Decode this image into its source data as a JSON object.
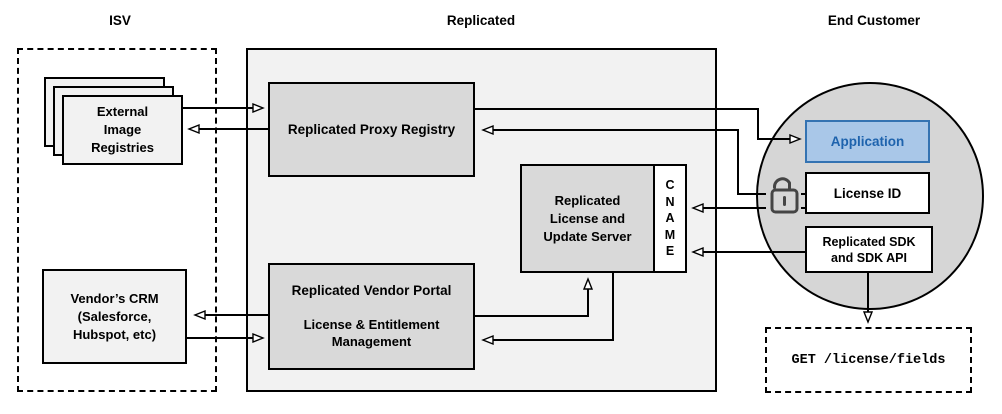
{
  "diagram": {
    "sections": {
      "isv": "ISV",
      "replicated": "Replicated",
      "end_customer": "End Customer"
    },
    "nodes": {
      "external_registries": "External\nImage\nRegistries",
      "vendor_crm": "Vendor’s CRM\n(Salesforce,\nHubspot, etc)",
      "proxy_registry": "Replicated Proxy Registry",
      "license_update_server": "Replicated\nLicense and\nUpdate Server",
      "cname": "C\nN\nA\nM\nE",
      "vendor_portal_title": "Replicated Vendor Portal",
      "vendor_portal_subtitle": "License & Entitlement\nManagement",
      "application": "Application",
      "license_id": "License ID",
      "replicated_sdk": "Replicated SDK\nand SDK API",
      "api_endpoint": "GET /license/fields"
    },
    "icons": {
      "unlock": "open-padlock-icon"
    },
    "colors": {
      "container_fill": "#f2f2f2",
      "node_gray_fill": "#d9d9d9",
      "circle_fill": "#d6d6d6",
      "light_node_fill": "#f2f2f2",
      "application_fill": "#a9c7e8",
      "application_border": "#3473b2",
      "application_text": "#1e63ad",
      "line_color": "#000000",
      "lock_color": "#454545"
    }
  }
}
